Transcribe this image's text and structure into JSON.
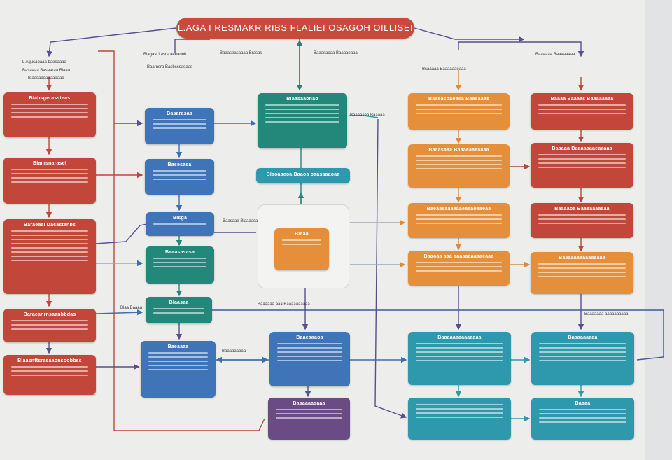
{
  "title": "L.AGA I RESMAKR RIBS FLALIEI OSAGOH OILLISEI",
  "colors": {
    "red": "#c2473a",
    "blue": "#3f74b8",
    "teal": "#23877a",
    "orange": "#e68f3b",
    "purple": "#6a4b84",
    "cyan": "#2e99ad",
    "title": "#c9493b"
  },
  "boxes": {
    "red_1": "Blabsgerassteas",
    "red_2": "Blamsnarasel",
    "red_3": "Baraeaal Dacastanbs",
    "red_4": "Baraeanrnsaanbbdas",
    "red_5": "Blaasnttsrasaaonsoobbss",
    "blue_1": "Basarasas",
    "blue_2": "Basesasa",
    "blue_3": "Bisga",
    "teal_1": "Baaasasasa",
    "teal_2": "Blaasaa",
    "blue_4": "Baeaaaa",
    "teal_top": "Blaasaaonao",
    "teal_bar": "Blaoaaeoa Baaoa oaasaaaoaa",
    "center_orange": "Blaaa",
    "blue_5": "Baaeaaaoa",
    "purple_1": "Basaaaasaaa",
    "orange_1": "Baasasoaoasa Baasaaas",
    "orange_2": "Baaasaaa Baaaeaaeaaaa",
    "orange_3": "Baeaasaaaaaaeaaaoaaeaa",
    "orange_4": "Baaoaa aaa saaaaaaaaaeaaa",
    "red_r1": "Baaaa Baaaas Baaaaaaaa",
    "red_r2": "Baaaaa Baaaaaaaeaaaaa",
    "red_r3": "Baaaaoa Baaaaaaaaaa",
    "orange_r4": "Baaaaaaaaaaaaaaa",
    "cyan_1": "Baaaaaaaaaaaaaa",
    "cyan_2": "Baaaaaaaaa",
    "cyan_3": "",
    "cyan_4": "Baaaa"
  },
  "labels": {
    "top_1": "Blagasi Lasrsraeeaonb",
    "top_2": "Baarnsra Basbsssaeaas",
    "top_3": "Baaaseasaaaa Brasas",
    "top_4": "Baaasaoaa Baaaaeaaa",
    "top_5": "Bsaaaaa Baaaaaaeaaa",
    "top_6": "Baaaaaa Baaaaaaaa",
    "left_1": "L Agusaoaaa baesaaaa",
    "left_2": "Basaaaa Basaaraa Blaaa",
    "left_3": "Blaasaaoaaaaaaaa",
    "mid_1": "Baasaaa Blaaaasaaa",
    "mid_2": "Blaa Baaaa",
    "mid_3": "Baaaaaa aaa Baaaaaaaaaa",
    "mid_4": "Baaaaaaoaa",
    "right_1": "Baaaaaaa Baaaaa",
    "right_2": "Baaaaaaa aaaaaaaaaa"
  }
}
